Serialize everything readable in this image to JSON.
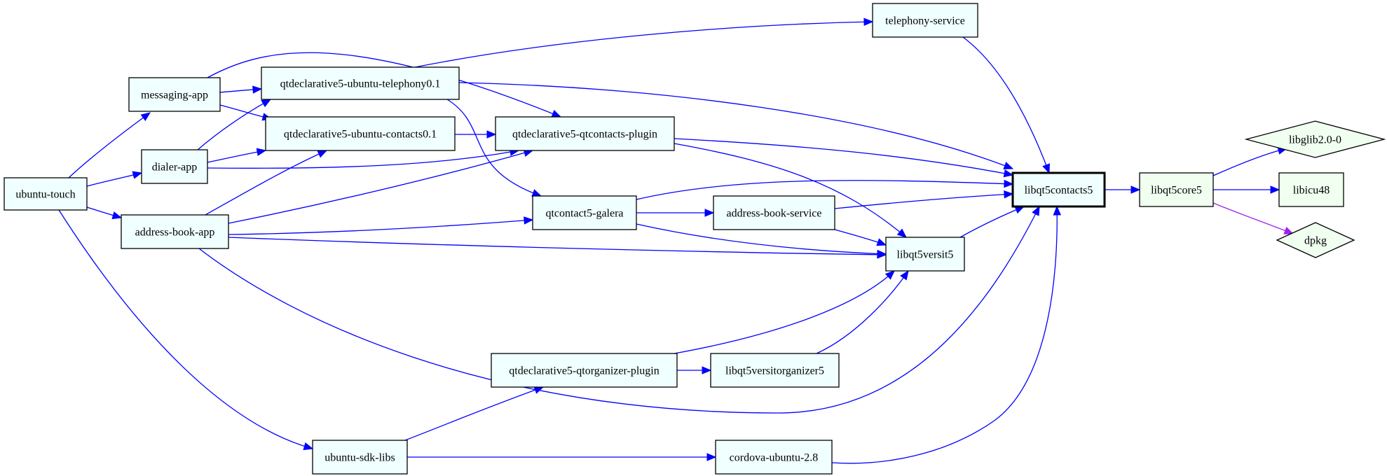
{
  "colors": {
    "edge": "#0000ff",
    "highlight_edge": "#a020f0",
    "node_fill_blue": "#f0ffff",
    "node_fill_green": "#f0fff0",
    "border": "#000000"
  },
  "nodes": [
    {
      "id": "ubuntu-touch",
      "label": "ubuntu-touch",
      "shape": "box",
      "fill": "blue"
    },
    {
      "id": "messaging-app",
      "label": "messaging-app",
      "shape": "box",
      "fill": "blue"
    },
    {
      "id": "dialer-app",
      "label": "dialer-app",
      "shape": "box",
      "fill": "blue"
    },
    {
      "id": "address-book-app",
      "label": "address-book-app",
      "shape": "box",
      "fill": "blue"
    },
    {
      "id": "qtdeclarative5-ubuntu-telephony0.1",
      "label": "qtdeclarative5-ubuntu-telephony0.1",
      "shape": "box",
      "fill": "blue"
    },
    {
      "id": "qtdeclarative5-ubuntu-contacts0.1",
      "label": "qtdeclarative5-ubuntu-contacts0.1",
      "shape": "box",
      "fill": "blue"
    },
    {
      "id": "qtdeclarative5-qtcontacts-plugin",
      "label": "qtdeclarative5-qtcontacts-plugin",
      "shape": "box",
      "fill": "blue"
    },
    {
      "id": "qtcontact5-galera",
      "label": "qtcontact5-galera",
      "shape": "box",
      "fill": "blue"
    },
    {
      "id": "telephony-service",
      "label": "telephony-service",
      "shape": "box",
      "fill": "blue"
    },
    {
      "id": "address-book-service",
      "label": "address-book-service",
      "shape": "box",
      "fill": "blue"
    },
    {
      "id": "libqt5versit5",
      "label": "libqt5versit5",
      "shape": "box",
      "fill": "blue"
    },
    {
      "id": "libqt5contacts5",
      "label": "libqt5contacts5",
      "shape": "box",
      "fill": "blue",
      "bold": true
    },
    {
      "id": "libqt5core5",
      "label": "libqt5core5",
      "shape": "box",
      "fill": "green"
    },
    {
      "id": "libglib2.0-0",
      "label": "libglib2.0-0",
      "shape": "diamond",
      "fill": "green"
    },
    {
      "id": "libicu48",
      "label": "libicu48",
      "shape": "box",
      "fill": "green"
    },
    {
      "id": "dpkg",
      "label": "dpkg",
      "shape": "diamond",
      "fill": "green"
    },
    {
      "id": "qtdeclarative5-qtorganizer-plugin",
      "label": "qtdeclarative5-qtorganizer-plugin",
      "shape": "box",
      "fill": "blue"
    },
    {
      "id": "libqt5versitorganizer5",
      "label": "libqt5versitorganizer5",
      "shape": "box",
      "fill": "blue"
    },
    {
      "id": "ubuntu-sdk-libs",
      "label": "ubuntu-sdk-libs",
      "shape": "box",
      "fill": "blue"
    },
    {
      "id": "cordova-ubuntu-2.8",
      "label": "cordova-ubuntu-2.8",
      "shape": "box",
      "fill": "blue"
    }
  ],
  "edges": [
    {
      "from": "ubuntu-touch",
      "to": "messaging-app"
    },
    {
      "from": "ubuntu-touch",
      "to": "dialer-app"
    },
    {
      "from": "ubuntu-touch",
      "to": "address-book-app"
    },
    {
      "from": "ubuntu-touch",
      "to": "ubuntu-sdk-libs"
    },
    {
      "from": "messaging-app",
      "to": "qtdeclarative5-ubuntu-telephony0.1"
    },
    {
      "from": "messaging-app",
      "to": "qtdeclarative5-ubuntu-contacts0.1"
    },
    {
      "from": "messaging-app",
      "to": "qtdeclarative5-qtcontacts-plugin"
    },
    {
      "from": "dialer-app",
      "to": "qtdeclarative5-ubuntu-telephony0.1"
    },
    {
      "from": "dialer-app",
      "to": "qtdeclarative5-ubuntu-contacts0.1"
    },
    {
      "from": "dialer-app",
      "to": "qtdeclarative5-qtcontacts-plugin"
    },
    {
      "from": "address-book-app",
      "to": "qtdeclarative5-ubuntu-contacts0.1"
    },
    {
      "from": "address-book-app",
      "to": "qtdeclarative5-qtcontacts-plugin"
    },
    {
      "from": "address-book-app",
      "to": "qtcontact5-galera"
    },
    {
      "from": "address-book-app",
      "to": "libqt5versit5"
    },
    {
      "from": "address-book-app",
      "to": "libqt5contacts5"
    },
    {
      "from": "qtdeclarative5-ubuntu-telephony0.1",
      "to": "telephony-service"
    },
    {
      "from": "qtdeclarative5-ubuntu-telephony0.1",
      "to": "libqt5contacts5"
    },
    {
      "from": "qtdeclarative5-ubuntu-telephony0.1",
      "to": "qtcontact5-galera"
    },
    {
      "from": "qtdeclarative5-ubuntu-contacts0.1",
      "to": "qtdeclarative5-qtcontacts-plugin"
    },
    {
      "from": "qtdeclarative5-qtcontacts-plugin",
      "to": "libqt5contacts5"
    },
    {
      "from": "qtdeclarative5-qtcontacts-plugin",
      "to": "libqt5versit5"
    },
    {
      "from": "telephony-service",
      "to": "libqt5contacts5"
    },
    {
      "from": "qtcontact5-galera",
      "to": "libqt5contacts5"
    },
    {
      "from": "qtcontact5-galera",
      "to": "address-book-service"
    },
    {
      "from": "qtcontact5-galera",
      "to": "libqt5versit5"
    },
    {
      "from": "address-book-service",
      "to": "libqt5contacts5"
    },
    {
      "from": "address-book-service",
      "to": "libqt5versit5"
    },
    {
      "from": "libqt5versit5",
      "to": "libqt5contacts5"
    },
    {
      "from": "libqt5contacts5",
      "to": "libqt5core5"
    },
    {
      "from": "libqt5core5",
      "to": "libglib2.0-0"
    },
    {
      "from": "libqt5core5",
      "to": "libicu48"
    },
    {
      "from": "libqt5core5",
      "to": "dpkg",
      "highlight": true
    },
    {
      "from": "qtdeclarative5-qtorganizer-plugin",
      "to": "libqt5versit5"
    },
    {
      "from": "qtdeclarative5-qtorganizer-plugin",
      "to": "libqt5versitorganizer5"
    },
    {
      "from": "libqt5versitorganizer5",
      "to": "libqt5versit5"
    },
    {
      "from": "ubuntu-sdk-libs",
      "to": "qtdeclarative5-qtorganizer-plugin"
    },
    {
      "from": "ubuntu-sdk-libs",
      "to": "cordova-ubuntu-2.8"
    },
    {
      "from": "cordova-ubuntu-2.8",
      "to": "libqt5contacts5"
    }
  ]
}
